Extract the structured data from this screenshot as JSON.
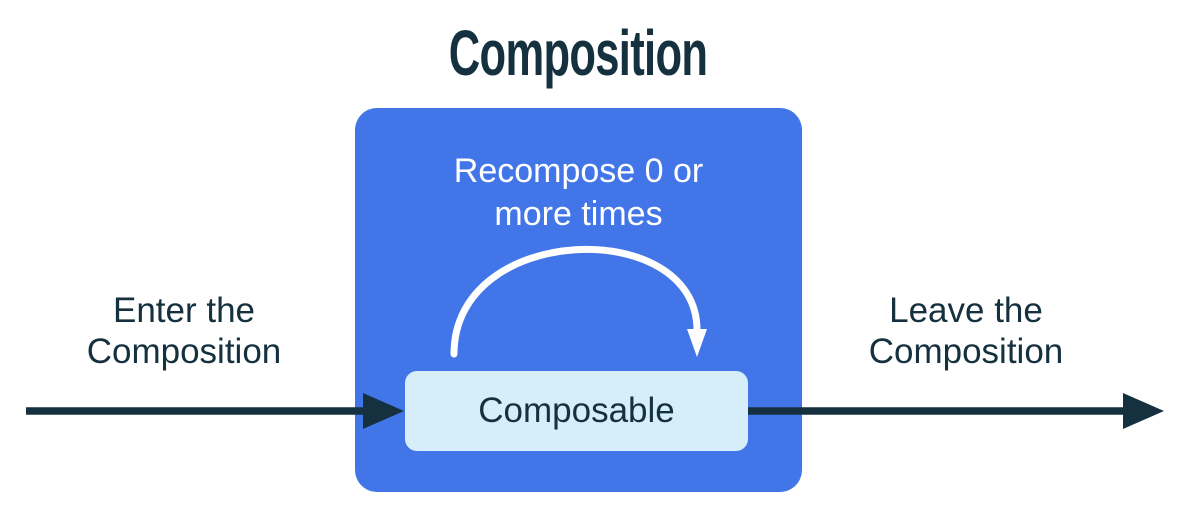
{
  "diagram": {
    "title": "Composition",
    "container": {
      "recompose_label": "Recompose 0 or\nmore times",
      "composable_label": "Composable"
    },
    "enter_label": "Enter the\nComposition",
    "leave_label": "Leave the\nComposition",
    "colors": {
      "container_fill": "#4276E8",
      "composable_fill": "#D6EDFA",
      "ink": "#15303E",
      "loop_arrow": "#FFFFFF",
      "background": "#FFFFFF"
    },
    "icons": {
      "enter_arrow": "right-arrow-icon",
      "leave_arrow": "right-arrow-icon",
      "recompose_loop": "clockwise-arc-arrow-icon"
    }
  }
}
